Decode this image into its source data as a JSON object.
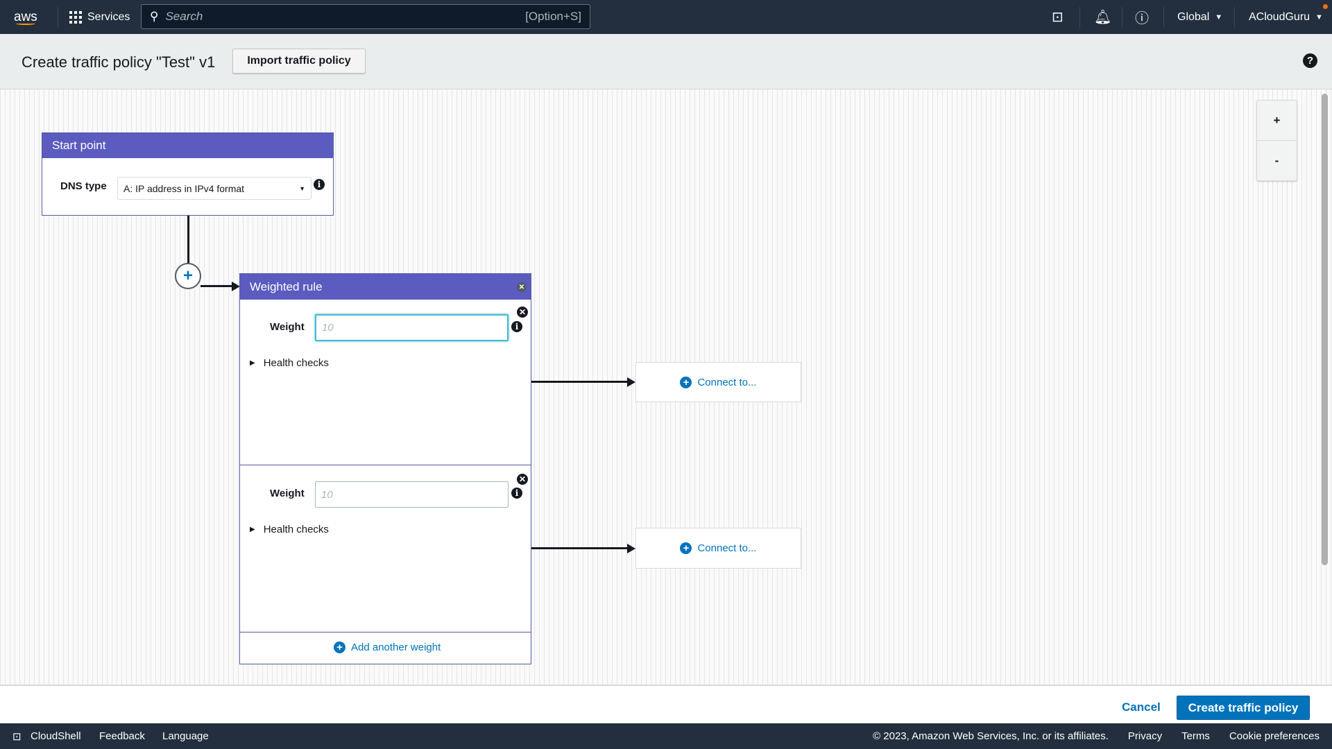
{
  "nav": {
    "logo": "aws",
    "services": "Services",
    "search_placeholder": "Search",
    "search_shortcut": "[Option+S]",
    "region": "Global",
    "account": "ACloudGuru"
  },
  "header": {
    "title": "Create traffic policy \"Test\" v1",
    "import_button": "Import traffic policy"
  },
  "canvas": {
    "zoom_in": "+",
    "zoom_out": "-",
    "start_point": {
      "title": "Start point",
      "dns_label": "DNS type",
      "dns_value": "A: IP address in IPv4 format"
    },
    "weighted_rule": {
      "title": "Weighted rule",
      "weights": [
        {
          "label": "Weight",
          "placeholder": "10",
          "health": "Health checks"
        },
        {
          "label": "Weight",
          "placeholder": "10",
          "health": "Health checks"
        }
      ],
      "add_weight": "Add another weight"
    },
    "connect_label": "Connect to..."
  },
  "actions": {
    "cancel": "Cancel",
    "create": "Create traffic policy"
  },
  "footer": {
    "cloudshell": "CloudShell",
    "feedback": "Feedback",
    "language": "Language",
    "copyright": "© 2023, Amazon Web Services, Inc. or its affiliates.",
    "privacy": "Privacy",
    "terms": "Terms",
    "cookies": "Cookie preferences"
  },
  "colors": {
    "nav": "#232f3e",
    "node_header": "#5c5bbf",
    "primary": "#0073bb"
  }
}
